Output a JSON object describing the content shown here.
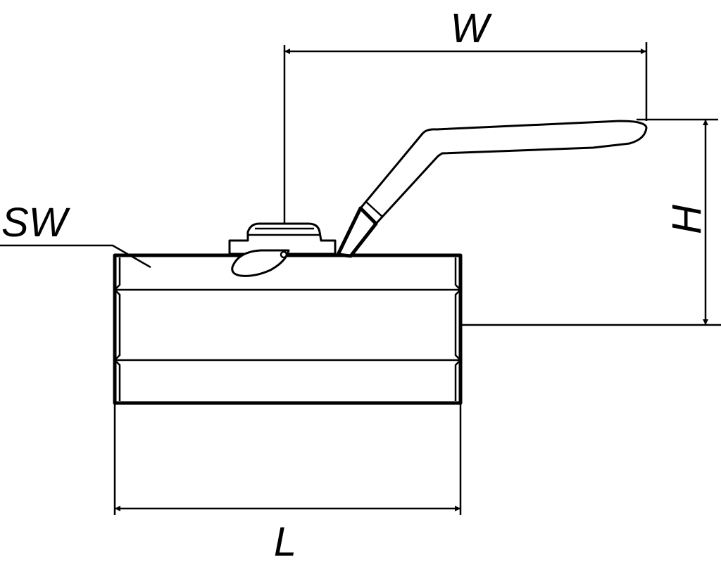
{
  "labels": {
    "width": "W",
    "height": "H",
    "length": "L",
    "spanner_width": "SW"
  },
  "colors": {
    "stroke": "#000000",
    "background": "#ffffff"
  }
}
